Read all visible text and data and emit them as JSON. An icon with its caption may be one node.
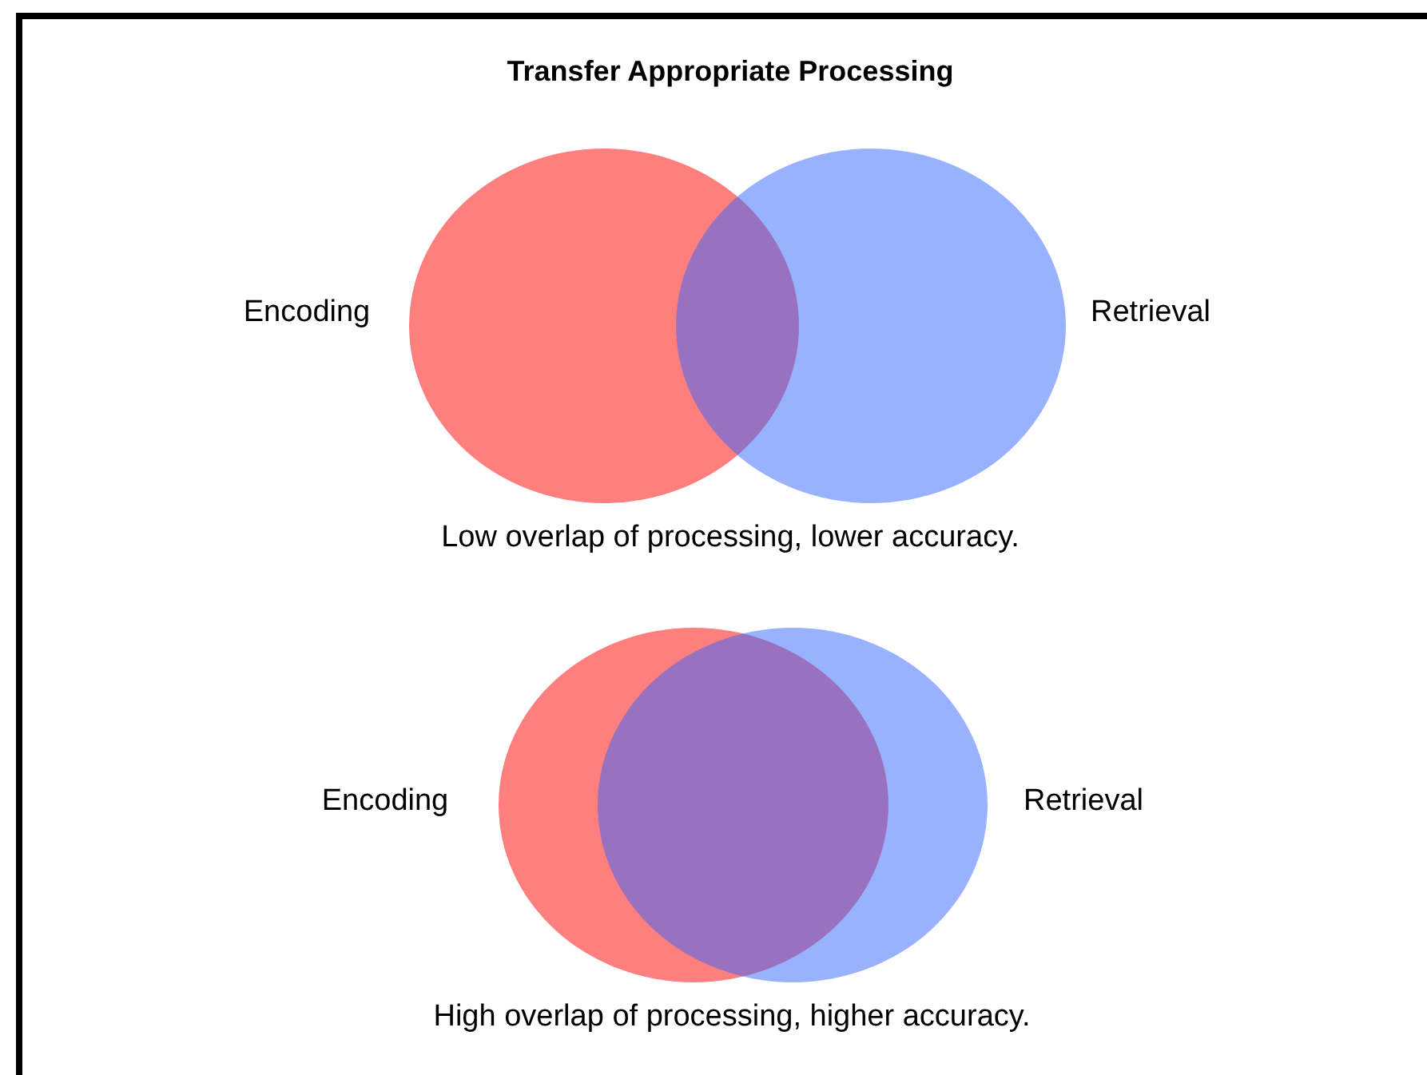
{
  "diagram": {
    "title": "Transfer Appropriate Processing",
    "nodes": [
      {
        "text": [
          "Encoding"
        ]
      },
      {
        "text": [
          "Retrieval"
        ]
      },
      {
        "text": [
          "Encoding"
        ]
      },
      {
        "text": [
          "Retrieval"
        ]
      }
    ],
    "edges": [],
    "labels": [
      "Low overlap of processing, lower accuracy.",
      "High overlap of processing, higher accuracy."
    ]
  }
}
